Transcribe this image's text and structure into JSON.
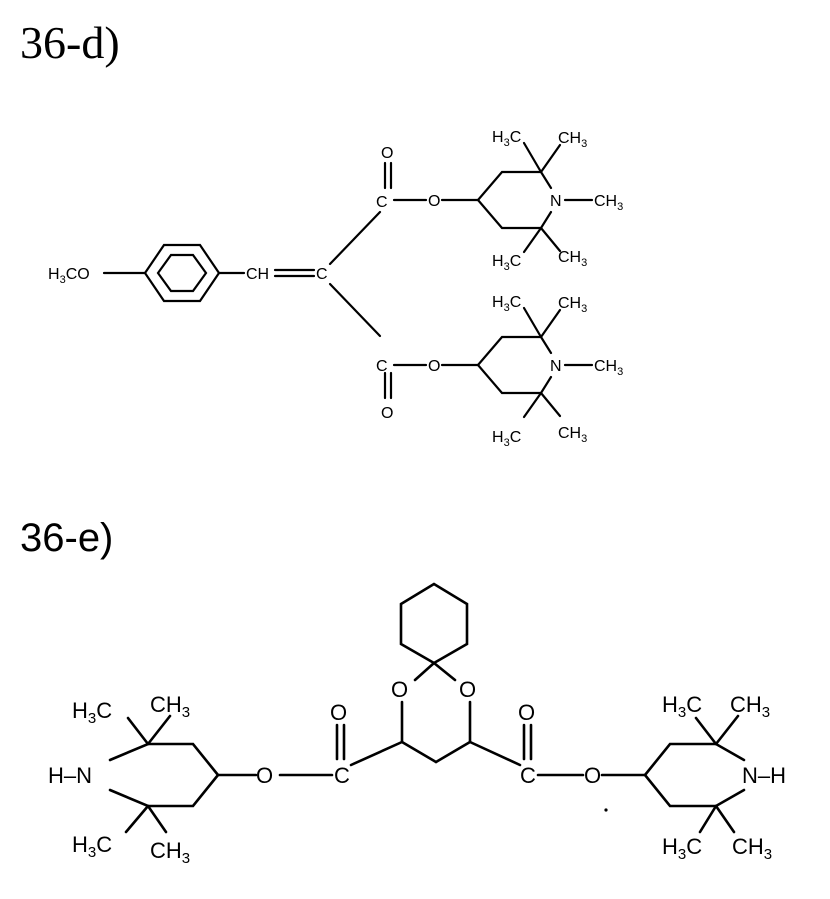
{
  "compounds": [
    {
      "label": "36-d)",
      "structure": {
        "substituent": "H3CO",
        "linker": "CH=C",
        "ester_carbonyl": [
          "C",
          "O"
        ],
        "ester_oxygen": "O",
        "ring_nitrogen": "N",
        "n_substituent": "CH3",
        "methyl_groups": [
          "H3C",
          "CH3"
        ]
      }
    },
    {
      "label": "36-e)",
      "structure": {
        "ring_nh": "H-N",
        "ring_nh_right": "N-H",
        "ring_oxygens": [
          "O",
          "O"
        ],
        "ester_carbonyl": [
          "C",
          "O"
        ],
        "ester_oxygen": "O",
        "methyl_groups": [
          "H3C",
          "CH3"
        ]
      }
    }
  ]
}
